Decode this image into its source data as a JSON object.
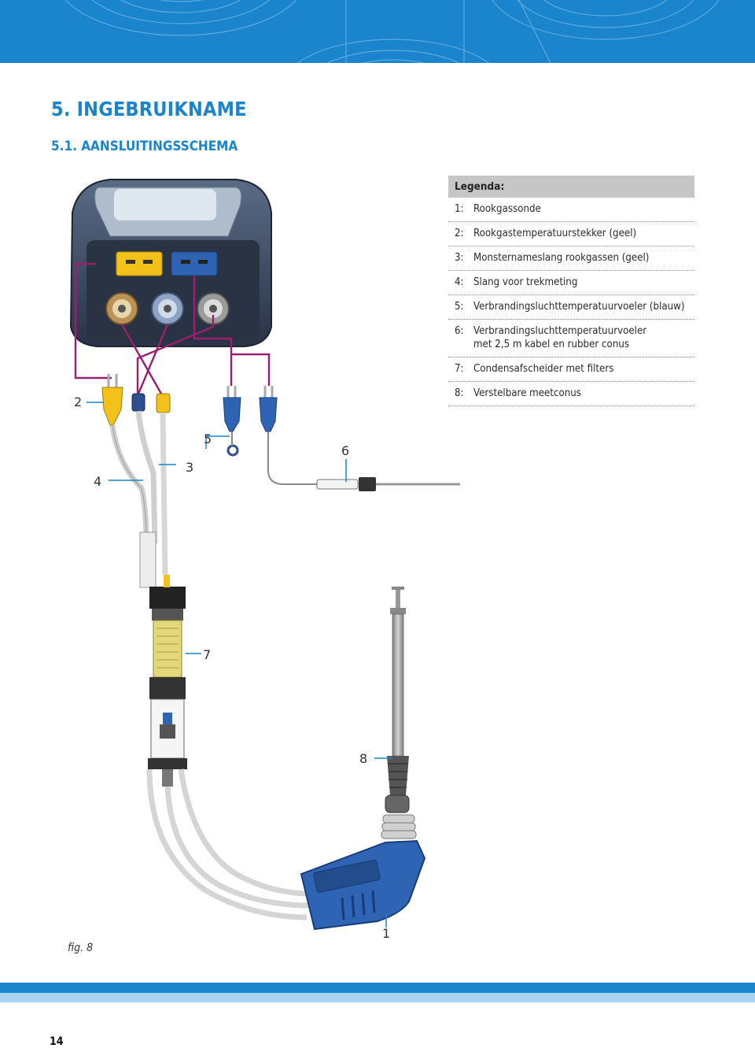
{
  "header": {
    "chapter_title": "5. INGEBRUIKNAME",
    "section_title": "5.1. AANSLUITINGSSCHEMA"
  },
  "legend": {
    "title": "Legenda:",
    "items": [
      {
        "num": "1:",
        "text": "Rookgassonde",
        "text2": ""
      },
      {
        "num": "2:",
        "text": "Rookgastemperatuurstekker (geel)",
        "text2": ""
      },
      {
        "num": "3:",
        "text": "Monsternameslang rookgassen (geel)",
        "text2": ""
      },
      {
        "num": "4:",
        "text": "Slang voor trekmeting",
        "text2": ""
      },
      {
        "num": "5:",
        "text": "Verbrandingsluchttemperatuurvoeler (blauw)",
        "text2": ""
      },
      {
        "num": "6:",
        "text": "Verbrandingsluchttemperatuurvoeler",
        "text2": "met 2,5 m kabel en rubber conus"
      },
      {
        "num": "7:",
        "text": "Condensafscheider met filters",
        "text2": ""
      },
      {
        "num": "8:",
        "text": "Verstelbare meetconus",
        "text2": ""
      }
    ]
  },
  "callouts": {
    "c1": "1",
    "c2": "2",
    "c3": "3",
    "c4": "4",
    "c5": "5",
    "c6": "6",
    "c7": "7",
    "c8": "8"
  },
  "figure_caption": "fig. 8",
  "page_number": "14",
  "colors": {
    "brand_blue": "#1a84cc",
    "light_blue": "#a9d3f0",
    "connection_lines": "#9b1f6e",
    "connector_yellow": "#f2c21b",
    "connector_blue": "#2f63b3",
    "device_body": "#3b4a63"
  }
}
